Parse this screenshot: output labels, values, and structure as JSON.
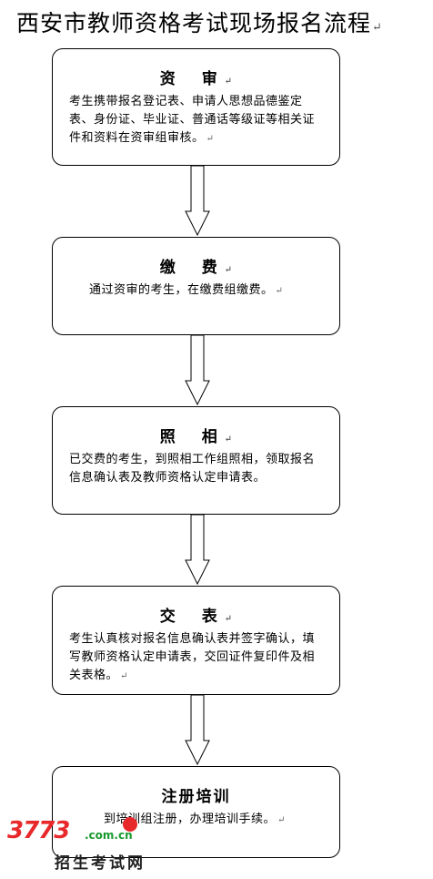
{
  "title": "西安市教师资格考试现场报名流程",
  "return_mark": "↵",
  "steps": [
    {
      "heading": "资　审",
      "body": "考生携带报名登记表、申请人思想品德鉴定表、身份证、毕业证、普通话等级证等相关证件和资料在资审组审核。"
    },
    {
      "heading": "缴　费",
      "body": "通过资审的考生，在缴费组缴费。"
    },
    {
      "heading": "照　相",
      "body": "已交费的考生，到照相工作组照相，领取报名信息确认表及教师资格认定申请表。"
    },
    {
      "heading": "交　表",
      "body": "考生认真核对报名信息确认表并签字确认，填写教师资格认定申请表，交回证件复印件及相关表格。"
    },
    {
      "heading": "注册培训",
      "body": "到培训组注册，办理培训手续。"
    }
  ],
  "watermark": {
    "number": "3773",
    "domain": ".com.cn",
    "subtitle": "招生考试网"
  }
}
